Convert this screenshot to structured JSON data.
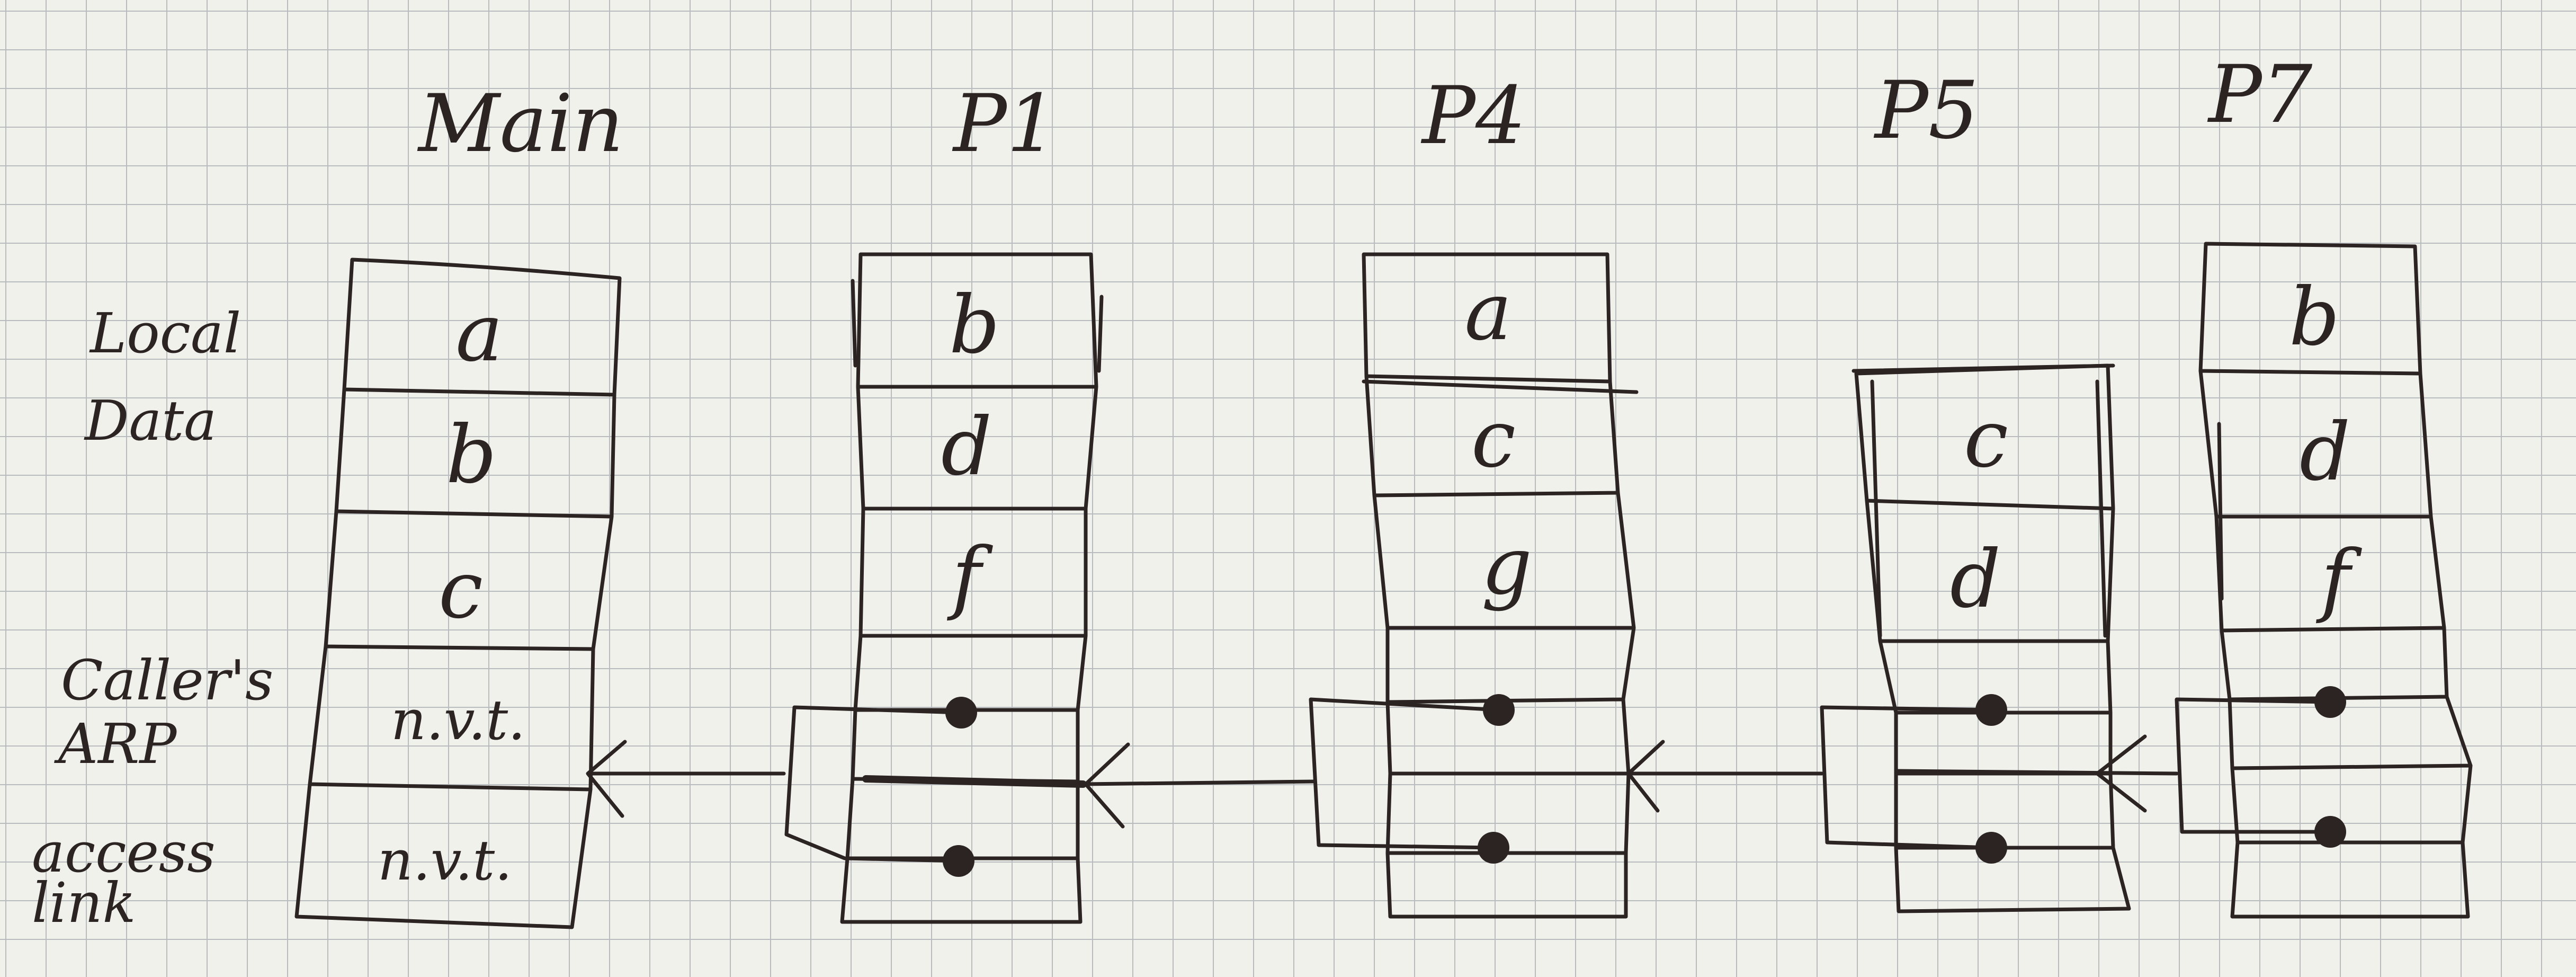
{
  "titles": {
    "main": "Main",
    "p1": "P1",
    "p4": "P4",
    "p5": "P5",
    "p7": "P7"
  },
  "side_labels": {
    "local_1": "Local",
    "local_2": "Data",
    "caller_1": "Caller's",
    "caller_2": "ARP",
    "access_1": "access",
    "access_2": "link"
  },
  "frames": {
    "main": {
      "cells": [
        "a",
        "b",
        "c",
        "n.v.t.",
        "n.v.t."
      ]
    },
    "p1": {
      "cells": [
        "b",
        "d",
        "f"
      ]
    },
    "p4": {
      "cells": [
        "a",
        "c",
        "g"
      ]
    },
    "p5": {
      "cells": [
        "c",
        "d"
      ]
    },
    "p7": {
      "cells": [
        "b",
        "d",
        "f"
      ]
    }
  },
  "colors": {
    "ink": "#2b2422",
    "paper": "#f1f1ec",
    "grid": "#b9bcbf"
  }
}
